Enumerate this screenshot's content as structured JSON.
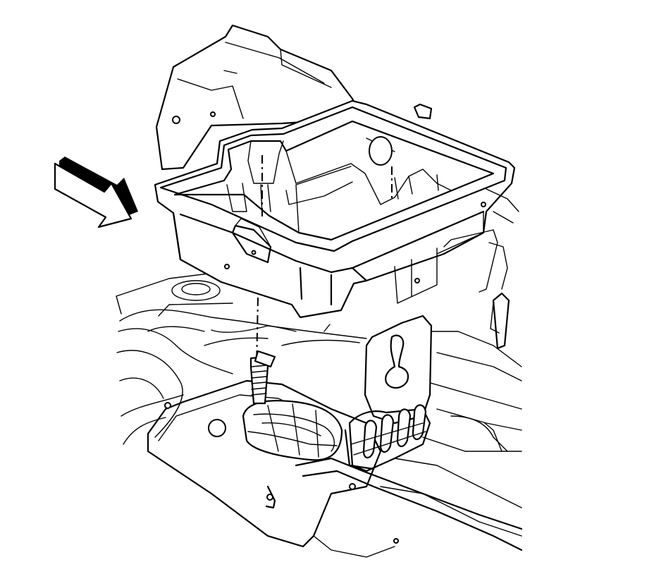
{
  "illustration": {
    "subject": "battery-tray-installation",
    "components": [
      "battery-tray",
      "direction-arrow",
      "hold-down-bracket",
      "retaining-bolt",
      "floor-panel",
      "rear-mounting-panel"
    ],
    "palette": {
      "line": "#000000",
      "background": "#ffffff",
      "arrow_shade": "#000000"
    }
  }
}
